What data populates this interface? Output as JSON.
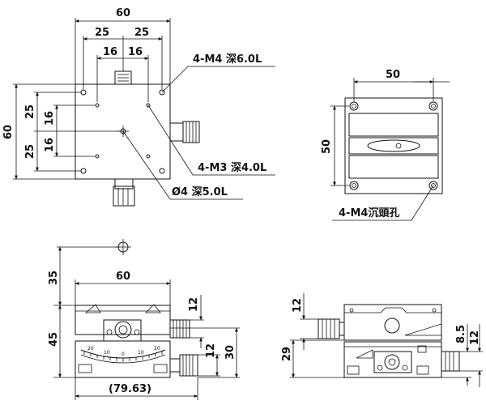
{
  "top_view": {
    "width_total": "60",
    "width_half_left": "25",
    "width_half_right": "25",
    "width_inner_left": "16",
    "width_inner_right": "16",
    "height_total": "60",
    "height_upper": "25",
    "height_lower": "25",
    "height_inner_upper": "16",
    "height_inner_lower": "16",
    "note_corner_holes": "4-M4 深6.0L",
    "note_mid_holes": "4-M3 深4.0L",
    "note_center_hole": "Ø4 深5.0L"
  },
  "bottom_view": {
    "width": "50",
    "height": "50",
    "note_holes": "4-M4沉頭孔"
  },
  "front_view": {
    "offset_height": "35",
    "width": "60",
    "height": "45",
    "knob_diameter": "12",
    "lower_knob_diameter": "12",
    "base_height": "30",
    "overall_length": "(79.63)",
    "scale_labels": [
      "20",
      "10",
      "0",
      "10",
      "20"
    ]
  },
  "side_view": {
    "knob_diameter": "12",
    "height": "29",
    "lower_knob_offset": "8.5",
    "lower_knob_diameter": "12"
  }
}
